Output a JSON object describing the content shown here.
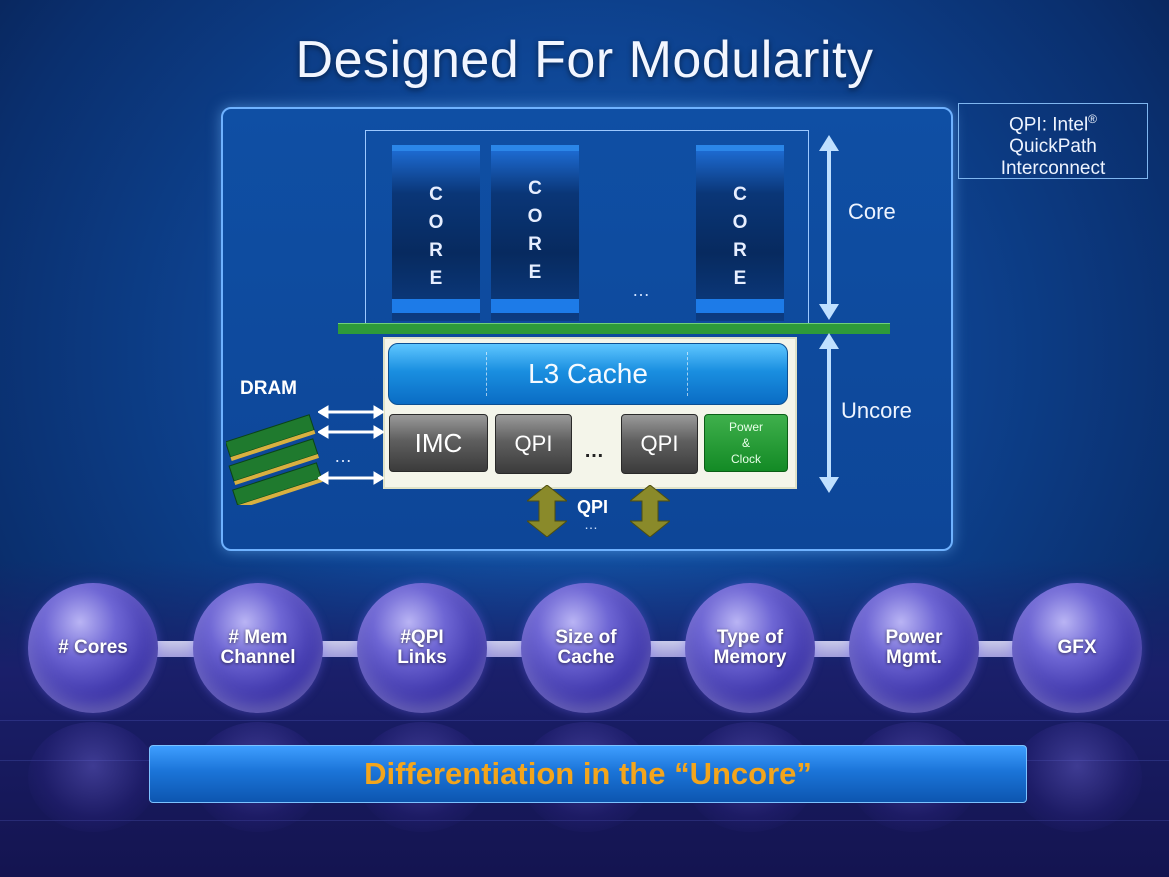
{
  "title": "Designed For Modularity",
  "qpi_note": {
    "line1": "QPI: Intel",
    "reg": "®",
    "line2": "QuickPath",
    "line3": "Interconnect"
  },
  "core_section": {
    "core_letters": [
      "C",
      "O",
      "R",
      "E"
    ],
    "ellipsis": "…",
    "label": "Core"
  },
  "uncore_section": {
    "label": "Uncore",
    "l3_label": "L3 Cache",
    "imc_label": "IMC",
    "qpi_label": "QPI",
    "ellipsis": "…",
    "power_line1": "Power",
    "power_line2": "&",
    "power_line3": "Clock"
  },
  "dram": {
    "label": "DRAM",
    "ellipsis": "…"
  },
  "qpi_bottom": {
    "label": "QPI",
    "ellipsis": "…"
  },
  "spheres": [
    {
      "line1": "# Cores",
      "line2": ""
    },
    {
      "line1": "# Mem",
      "line2": "Channel"
    },
    {
      "line1": "#QPI",
      "line2": "Links"
    },
    {
      "line1": "Size of",
      "line2": "Cache"
    },
    {
      "line1": "Type of",
      "line2": "Memory"
    },
    {
      "line1": "Power",
      "line2": "Mgmt."
    },
    {
      "line1": "GFX",
      "line2": ""
    }
  ],
  "banner": "Differentiation in the “Uncore”",
  "colors": {
    "banner_text": "#f3a51c",
    "l2_separator": "#2e9a3a",
    "power_block": "#138a25",
    "arrow_gold": "#8a8a2a"
  }
}
